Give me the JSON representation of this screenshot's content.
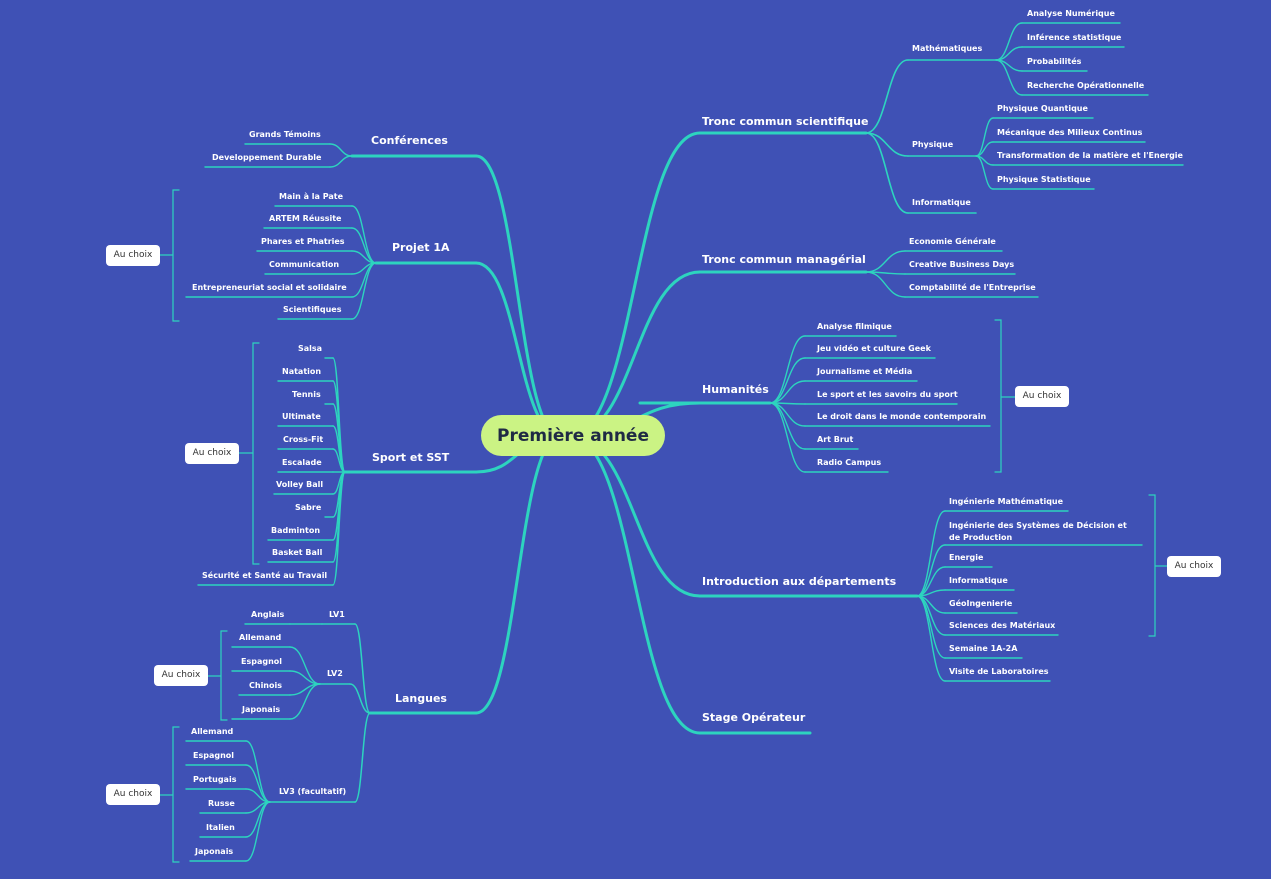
{
  "root": "Première année",
  "au_choix": "Au choix",
  "right": {
    "tronc_sci": {
      "label": "Tronc commun scientifique",
      "maths": {
        "label": "Mathématiques",
        "items": [
          "Analyse Numérique",
          "Inférence statistique",
          "Probabilités",
          "Recherche Opérationnelle"
        ]
      },
      "physique": {
        "label": "Physique",
        "items": [
          "Physique Quantique",
          "Mécanique des Milieux Continus",
          "Transformation de la matière et l'Energie",
          "Physique Statistique"
        ]
      },
      "info": "Informatique"
    },
    "tronc_man": {
      "label": "Tronc commun managérial",
      "items": [
        "Economie Générale",
        "Creative Business Days",
        "Comptabilité de l'Entreprise"
      ]
    },
    "humanites": {
      "label": "Humanités",
      "items": [
        "Analyse filmique",
        "Jeu vidéo et culture Geek",
        "Journalisme et Média",
        "Le sport et les savoirs du sport",
        "Le droit dans le monde contemporain",
        "Art Brut",
        "Radio Campus"
      ]
    },
    "intro_dep": {
      "label": "Introduction aux départements",
      "items": [
        "Ingénierie Mathématique",
        "Ingénierie des Systèmes de Décision et de Production",
        "Energie",
        "Informatique",
        "GéoIngenierie",
        "Sciences des Matériaux",
        "Semaine 1A-2A",
        "Visite de Laboratoires"
      ]
    },
    "stage": {
      "label": "Stage Opérateur"
    }
  },
  "left": {
    "conferences": {
      "label": "Conférences",
      "items": [
        "Grands Témoins",
        "Developpement Durable"
      ]
    },
    "projet": {
      "label": "Projet 1A",
      "items": [
        "Main à la Pate",
        "ARTEM Réussite",
        "Phares et Phatries",
        "Communication",
        "Entrepreneuriat social et solidaire",
        "Scientifiques"
      ]
    },
    "sport": {
      "label": "Sport et SST",
      "items": [
        "Salsa",
        "Natation",
        "Tennis",
        "Ultimate",
        "Cross-Fit",
        "Escalade",
        "Volley Ball",
        "Sabre",
        "Badminton",
        "Basket Ball",
        "Sécurité et Santé au Travail"
      ]
    },
    "langues": {
      "label": "Langues",
      "lv1": {
        "label": "LV1",
        "items": [
          "Anglais"
        ]
      },
      "lv2": {
        "label": "LV2",
        "items": [
          "Allemand",
          "Espagnol",
          "Chinois",
          "Japonais"
        ]
      },
      "lv3": {
        "label": "LV3 (facultatif)",
        "items": [
          "Allemand",
          "Espagnol",
          "Portugais",
          "Russe",
          "Italien",
          "Japonais"
        ]
      }
    }
  },
  "colors": {
    "background": "#3f51b5",
    "link": "#2dd4bf",
    "root": "#cbf384"
  }
}
